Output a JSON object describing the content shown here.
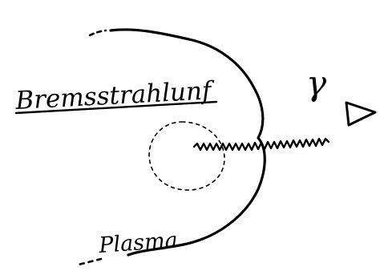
{
  "diagram": {
    "labels": {
      "bremsstrahlung": "Bremsstrahlunf",
      "gamma": "γ",
      "plasma": "Plasma"
    },
    "ink_color": "#000000",
    "background": "#ffffff"
  }
}
